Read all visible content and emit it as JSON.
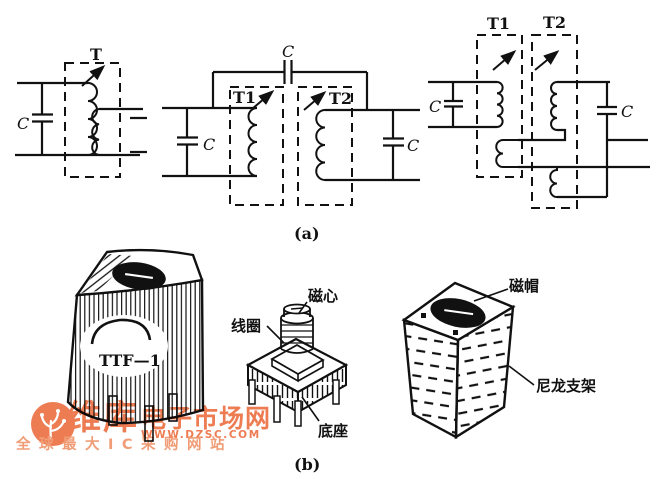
{
  "figure": {
    "part_a": {
      "label": "(a)",
      "single": {
        "t": "T",
        "c": "C"
      },
      "cap_coupled": {
        "t1": "T1",
        "t2": "T2",
        "cap_top": "C",
        "cap_left": "C",
        "cap_right": "C"
      },
      "inductive": {
        "t1": "T1",
        "t2": "T2",
        "cap_left": "C",
        "cap_right": "C"
      }
    },
    "part_b": {
      "label": "(b)",
      "can_marking": "TTF—1",
      "core": "磁心",
      "coil": "线圈",
      "base": "底座",
      "cap": "磁帽",
      "bracket": "尼龙支架"
    }
  },
  "watermark": {
    "brand": "维库",
    "site": "电子市场网",
    "url": "WWW.DZSC.COM",
    "tagline": "全球最大IC采购网站",
    "primary_color": "#ee7c52",
    "tagline_color": "#f09d77"
  },
  "colors": {
    "ink": "#111111",
    "background": "#ffffff"
  }
}
